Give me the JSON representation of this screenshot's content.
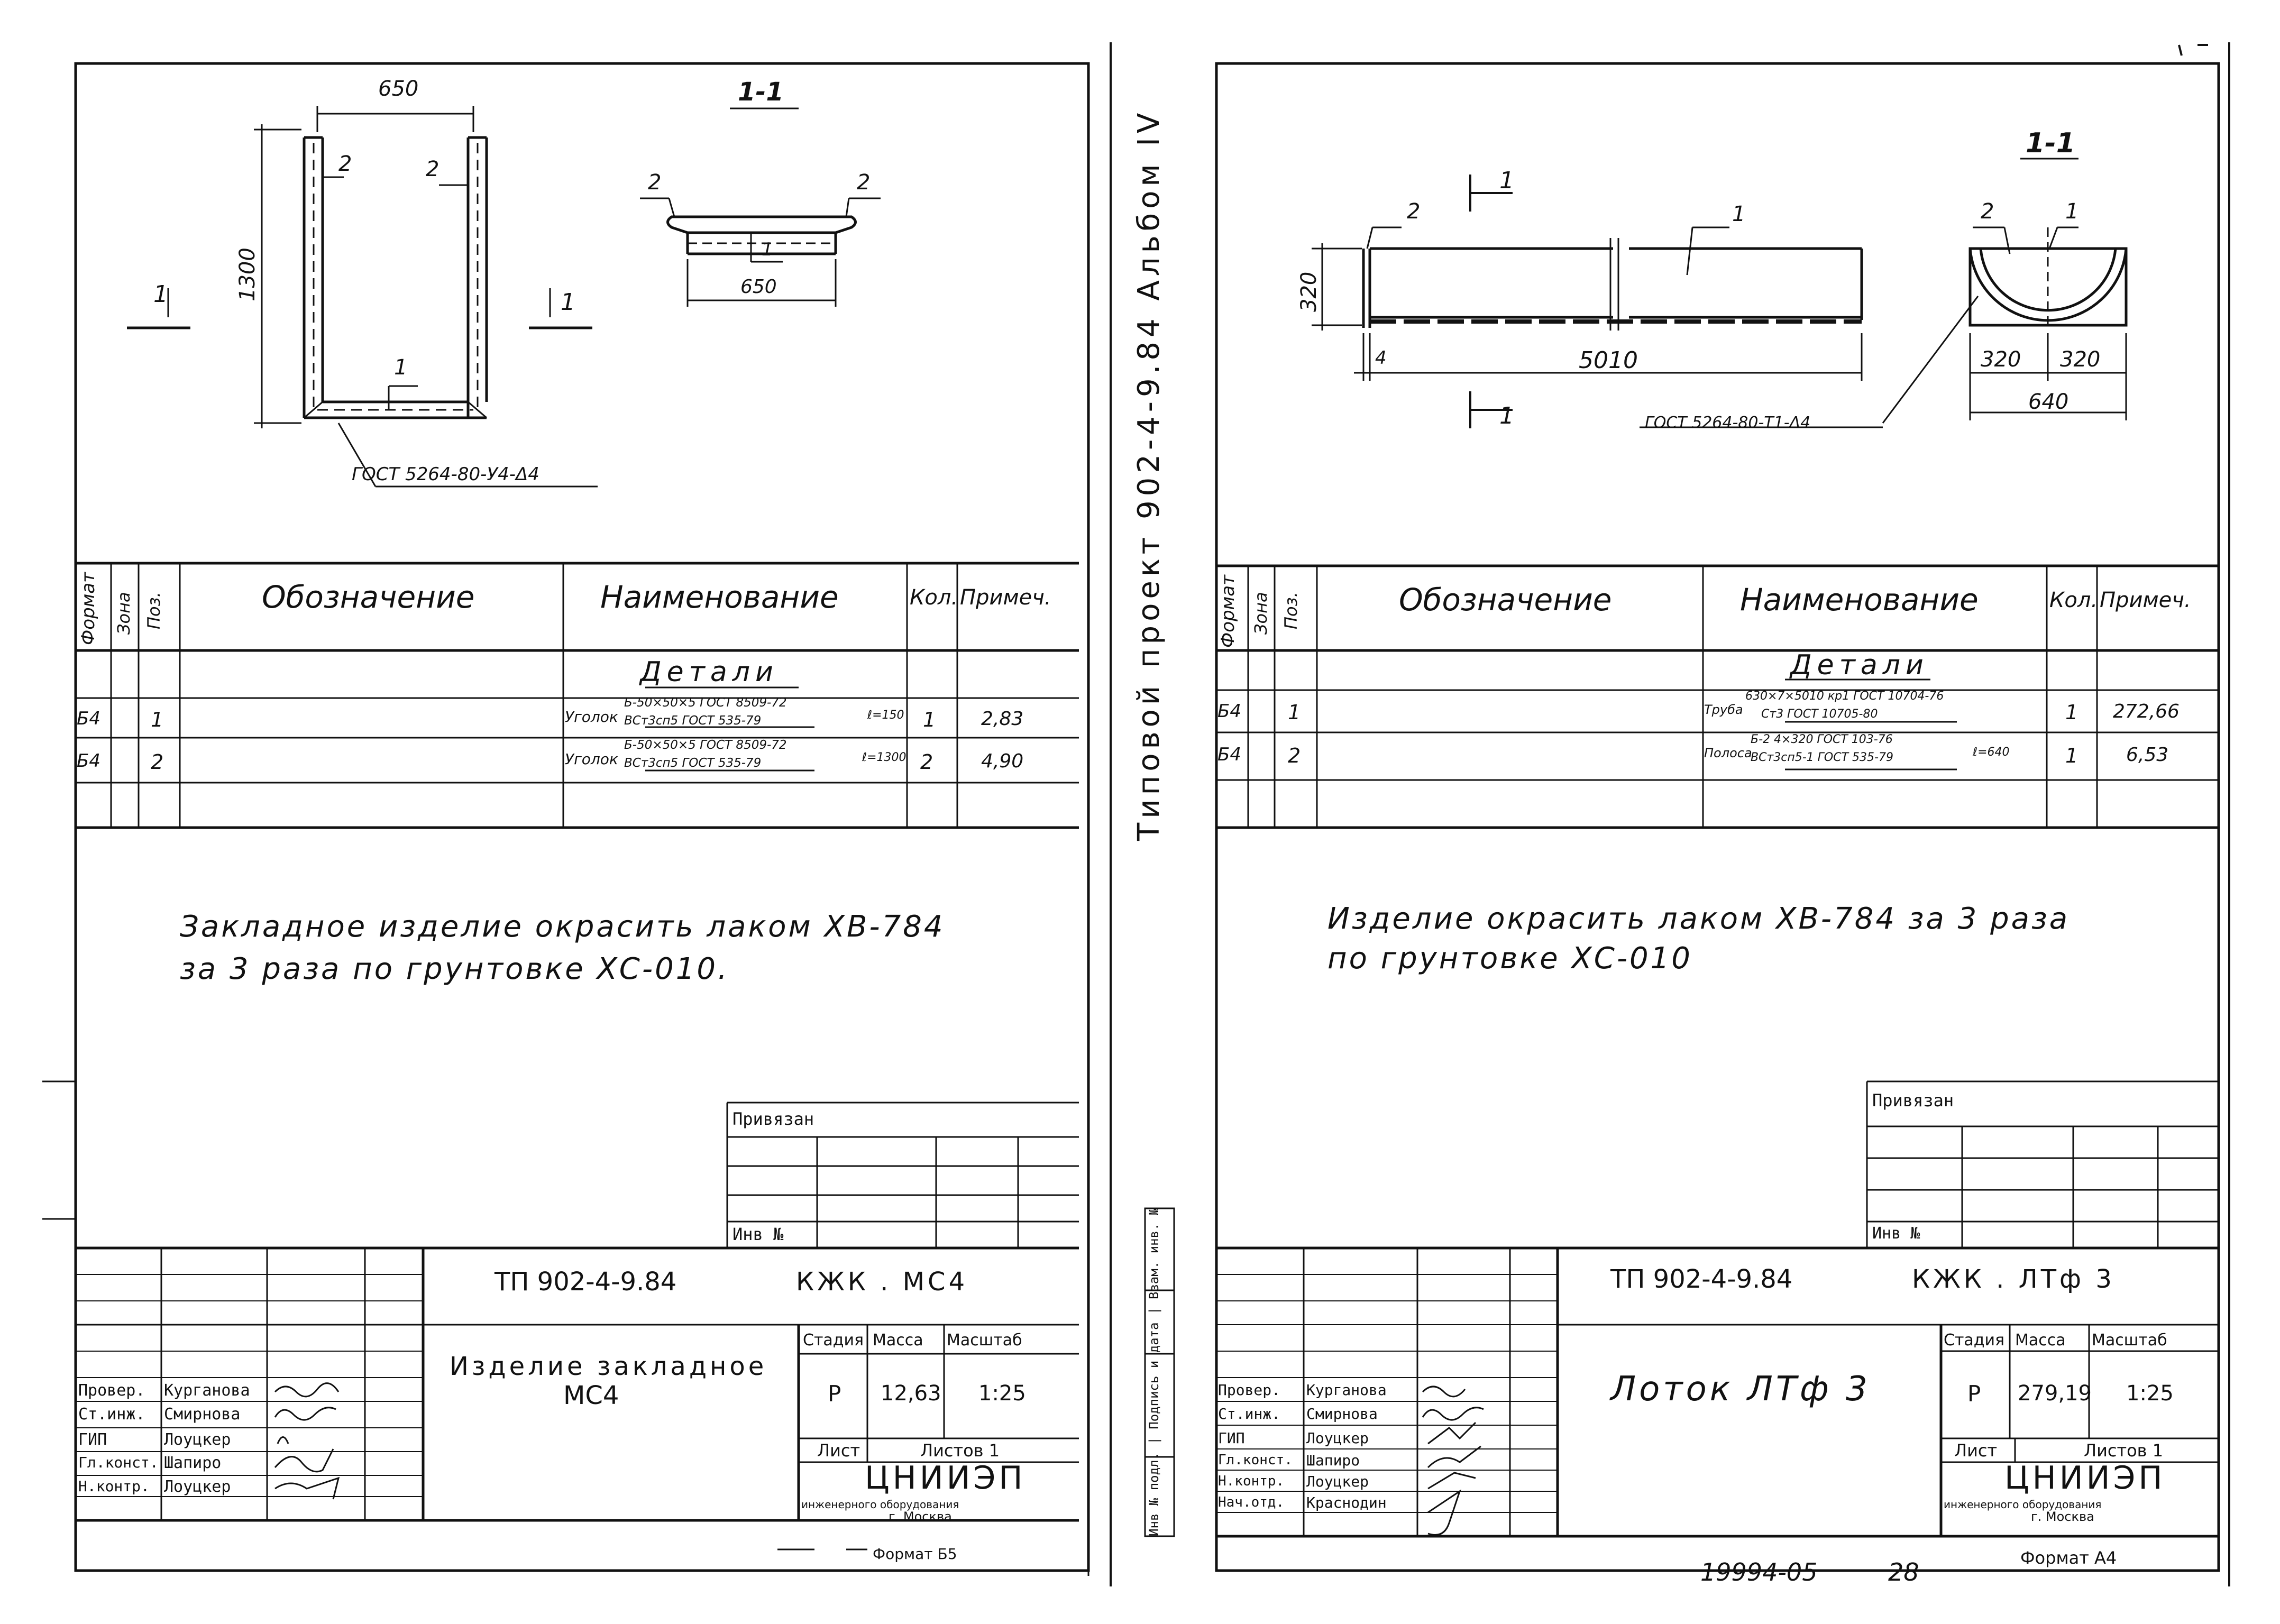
{
  "left": {
    "dims": {
      "width_top": "650",
      "height": "1300",
      "width_section": "650"
    },
    "section_label": "1-1",
    "cut_marker": "1",
    "leader_labels": [
      "2",
      "2",
      "1",
      "2",
      "2",
      "1"
    ],
    "gost_note": "ГОСТ 5264-80-У4-Δ4",
    "table": {
      "headers": {
        "format": "Формат",
        "zone": "Зона",
        "pos": "Поз.",
        "designation": "Обозначение",
        "name": "Наименование",
        "qty": "Кол.",
        "note": "Примеч."
      },
      "section": "Детали",
      "rows": [
        {
          "format": "Б4",
          "pos": "1",
          "name_prefix": "Уголок",
          "name_top": "Б-50×50×5 ГОСТ 8509-72",
          "name_bottom": "ВСт3сп5 ГОСТ 535-79",
          "name_suffix": "ℓ=150",
          "qty": "1",
          "note": "2,83"
        },
        {
          "format": "Б4",
          "pos": "2",
          "name_prefix": "Уголок",
          "name_top": "Б-50×50×5 ГОСТ 8509-72",
          "name_bottom": "ВСт3сп5 ГОСТ 535-79",
          "name_suffix": "ℓ=1300",
          "qty": "2",
          "note": "4,90"
        }
      ]
    },
    "note_line1": "Закладное изделие окрасить лаком ХВ-784",
    "note_line2": "за 3 раза по грунтовке ХС-010.",
    "privyazan": "Привязан",
    "inv_no": "Инв №",
    "doc_code": "ТП 902-4-9.84",
    "doc_mark": "КЖК . МС4",
    "title_line1": "Изделие закладное",
    "title_line2": "МС4",
    "stage_label": "Стадия",
    "mass_label": "Масса",
    "scale_label": "Масштаб",
    "stage": "Р",
    "mass": "12,63",
    "scale": "1:25",
    "sheet_label": "Лист",
    "sheets_label": "Листов 1",
    "org": "ЦНИИЭП",
    "org_sub1": "инженерного оборудования",
    "org_sub2": "г. Москва",
    "staff": [
      {
        "role": "Провер.",
        "name": "Курганова"
      },
      {
        "role": "Ст.инж.",
        "name": "Смирнова"
      },
      {
        "role": "ГИП",
        "name": "Лоуцкер"
      },
      {
        "role": "Гл.конст.",
        "name": "Шапиро"
      },
      {
        "role": "Н.контр.",
        "name": "Лоуцкер"
      }
    ],
    "format_label": "Формат Б5"
  },
  "right": {
    "dims": {
      "height": "320",
      "thickness": "4",
      "length": "5010",
      "r1": "320",
      "r2": "320",
      "total": "640"
    },
    "section_label": "1-1",
    "cut_marker": "1",
    "leader_labels": [
      "2",
      "1",
      "2",
      "1"
    ],
    "gost_note": "ГОСТ 5264-80-Т1-Δ4",
    "table": {
      "headers": {
        "format": "Формат",
        "zone": "Зона",
        "pos": "Поз.",
        "designation": "Обозначение",
        "name": "Наименование",
        "qty": "Кол.",
        "note": "Примеч."
      },
      "section": "Детали",
      "rows": [
        {
          "format": "Б4",
          "pos": "1",
          "name_prefix": "Труба",
          "name_top": "630×7×5010 кр1 ГОСТ 10704-76",
          "name_bottom": "Ст3 ГОСТ 10705-80",
          "name_suffix": "",
          "qty": "1",
          "note": "272,66"
        },
        {
          "format": "Б4",
          "pos": "2",
          "name_prefix": "Полоса",
          "name_top": "Б-2 4×320 ГОСТ 103-76",
          "name_bottom": "ВСт3сп5-1 ГОСТ 535-79",
          "name_suffix": "ℓ=640",
          "qty": "1",
          "note": "6,53"
        }
      ]
    },
    "note_line1": "Изделие окрасить лаком ХВ-784 за 3 раза",
    "note_line2": "по грунтовке ХС-010",
    "privyazan": "Привязан",
    "inv_no": "Инв №",
    "doc_code": "ТП 902-4-9.84",
    "doc_mark": "КЖК . ЛТф 3",
    "title_line1": "Лоток ЛТф 3",
    "stage_label": "Стадия",
    "mass_label": "Масса",
    "scale_label": "Масштаб",
    "stage": "Р",
    "mass": "279,19",
    "scale": "1:25",
    "sheet_label": "Лист",
    "sheets_label": "Листов 1",
    "org": "ЦНИИЭП",
    "org_sub1": "инженерного оборудования",
    "org_sub2": "г. Москва",
    "staff": [
      {
        "role": "Провер.",
        "name": "Курганова"
      },
      {
        "role": "Ст.инж.",
        "name": "Смирнова"
      },
      {
        "role": "ГИП",
        "name": "Лоуцкер"
      },
      {
        "role": "Гл.конст.",
        "name": "Шапиро"
      },
      {
        "role": "Н.контр.",
        "name": "Лоуцкер"
      },
      {
        "role": "Нач.отд.",
        "name": "Краснодин"
      }
    ],
    "format_label": "Формат А4",
    "side_margin": "Типовой проект 902-4-9.84 Альбом IV",
    "side_stamp": "Инв № подл. | Подпись и дата | Взам. инв. №"
  },
  "footer": {
    "archive_no": "19994-05",
    "page_no": "28"
  }
}
